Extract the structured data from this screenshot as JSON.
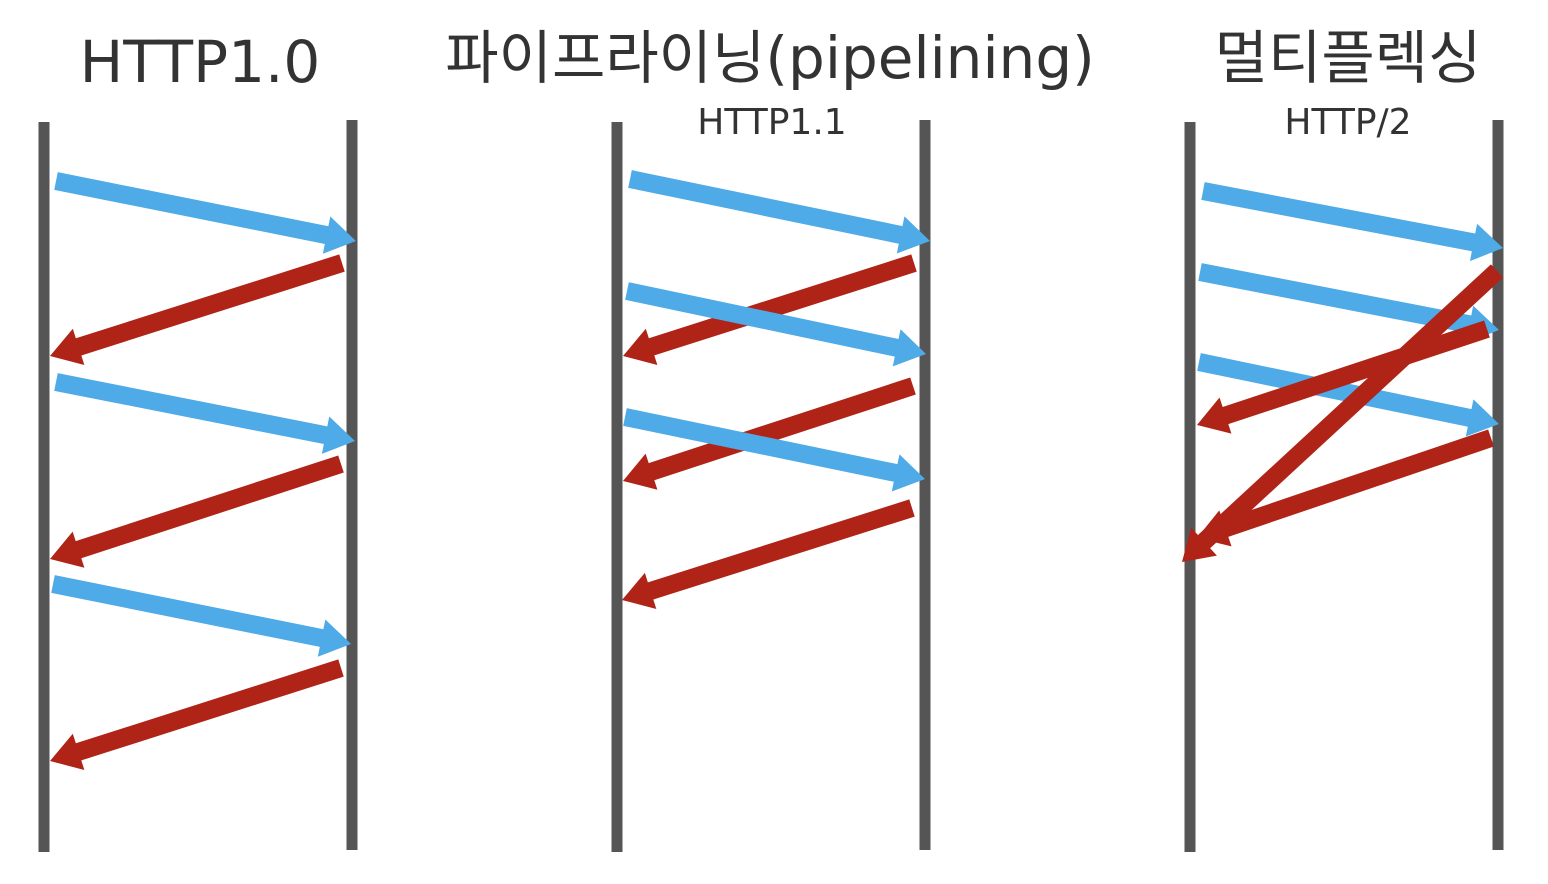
{
  "colors": {
    "request": "#4faae8",
    "response": "#b02418",
    "timeline": "#555555",
    "text": "#333333"
  },
  "panels": [
    {
      "id": "http10",
      "title": "HTTP1.0",
      "subtitle": "",
      "arrows": [
        {
          "kind": "request"
        },
        {
          "kind": "response"
        },
        {
          "kind": "request"
        },
        {
          "kind": "response"
        },
        {
          "kind": "request"
        },
        {
          "kind": "response"
        }
      ]
    },
    {
      "id": "pipelining",
      "title": "파이프라이닝(pipelining)",
      "subtitle": "HTTP1.1",
      "arrows": [
        {
          "kind": "request"
        },
        {
          "kind": "response"
        },
        {
          "kind": "request"
        },
        {
          "kind": "response"
        },
        {
          "kind": "request"
        },
        {
          "kind": "response"
        }
      ]
    },
    {
      "id": "multiplexing",
      "title": "멀티플렉싱",
      "subtitle": "HTTP/2",
      "arrows": [
        {
          "kind": "request"
        },
        {
          "kind": "request"
        },
        {
          "kind": "request"
        },
        {
          "kind": "response"
        },
        {
          "kind": "response"
        },
        {
          "kind": "response"
        }
      ]
    }
  ]
}
